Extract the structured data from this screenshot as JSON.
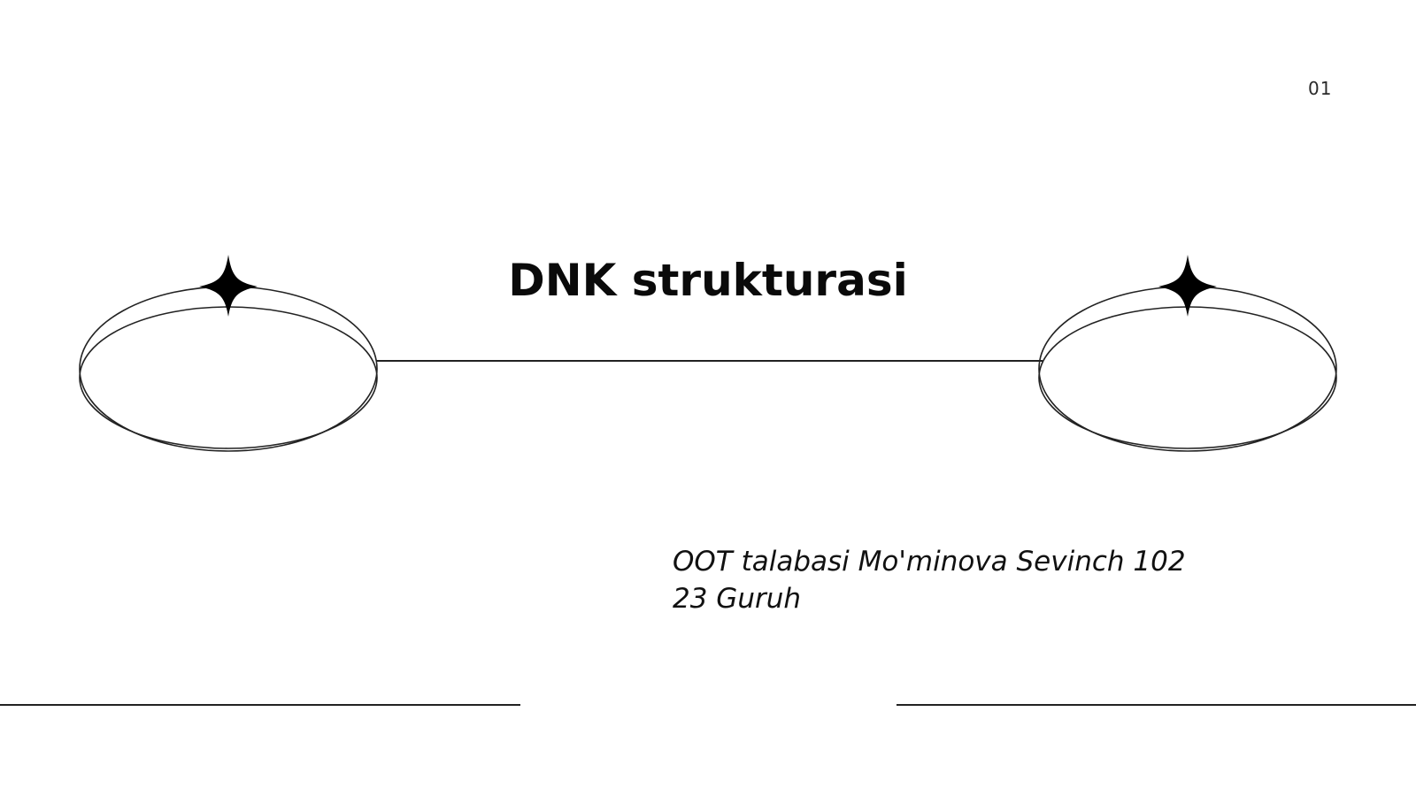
{
  "slide": {
    "page_number": "01",
    "title": "DNK strukturasi",
    "subtitle_line1": "OOT talabasi Mo'minova Sevinch 102",
    "subtitle_line2": "23 Guruh"
  },
  "decorations": {
    "left_icon": "ring-with-sparkle-icon",
    "right_icon": "ring-with-sparkle-icon",
    "connector": "horizontal-line",
    "line_color": "#222222",
    "sparkle_color": "#000000"
  }
}
